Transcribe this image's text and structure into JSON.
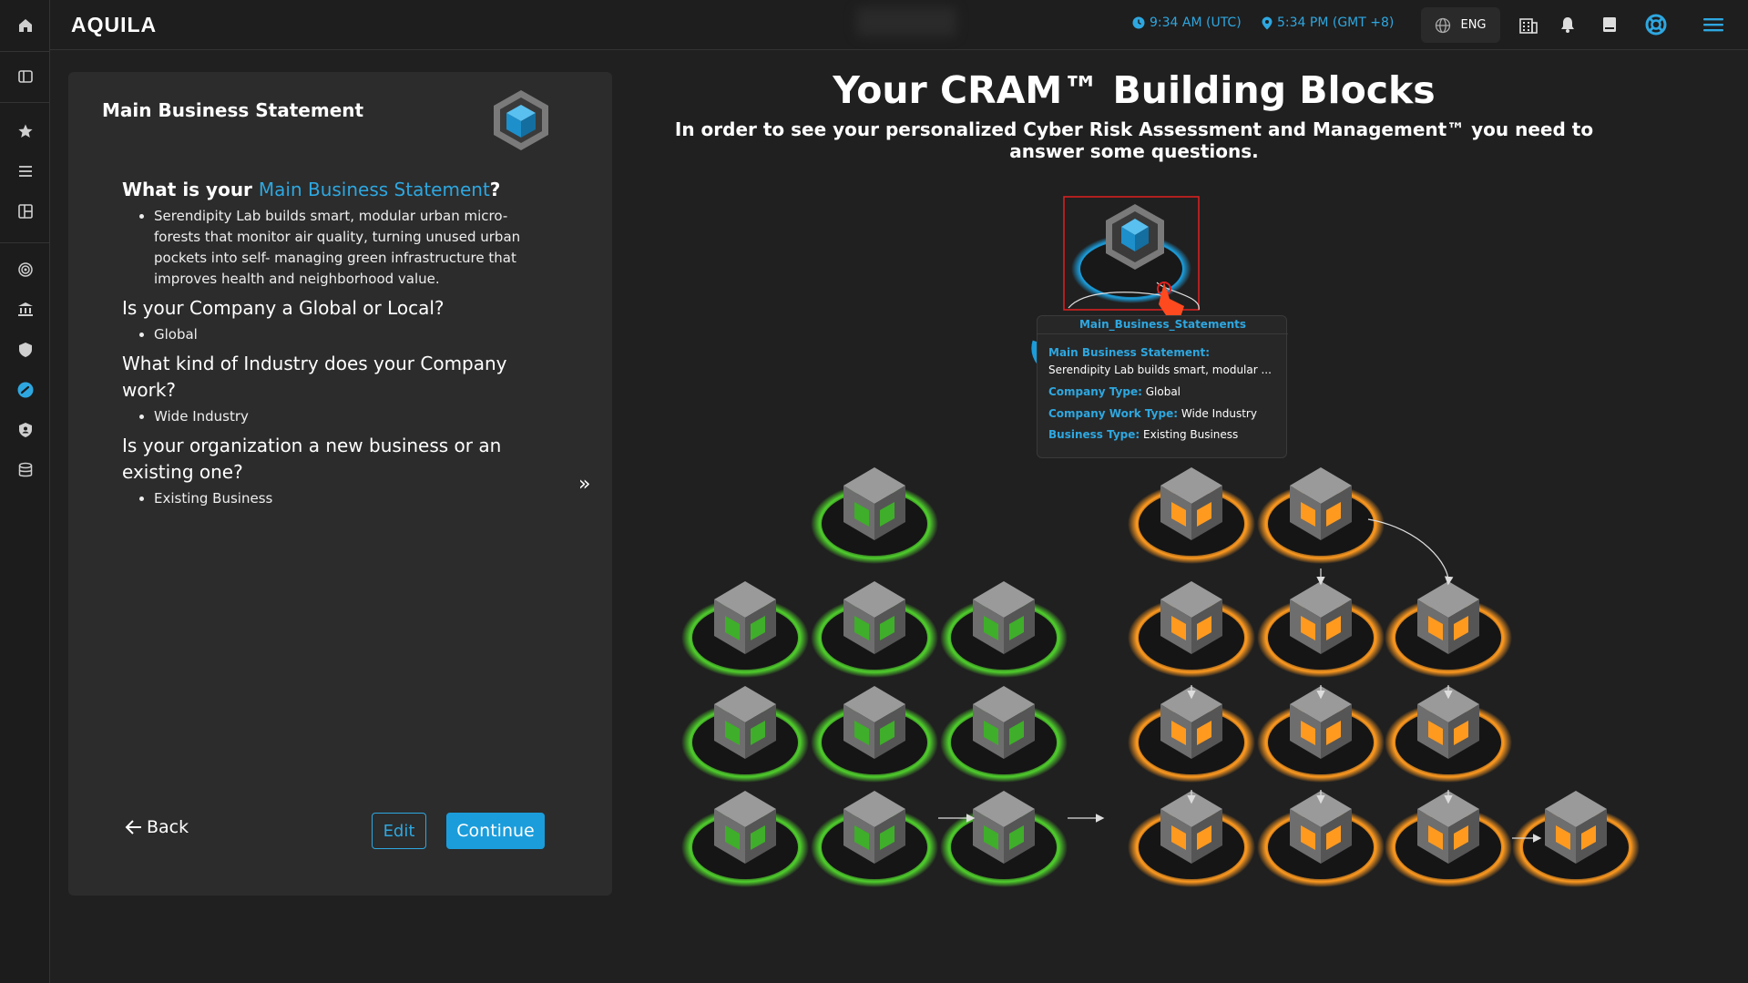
{
  "app": {
    "brand": "AQUILA"
  },
  "header": {
    "utc_time": "9:34 AM (UTC)",
    "local_time": "5:34 PM (GMT +8)",
    "language": "ENG"
  },
  "sidebar": {
    "icons": [
      "home-icon",
      "panel-toggle-icon",
      "star-icon",
      "list-icon",
      "layout-icon",
      "radar-icon",
      "bank-icon",
      "shield-icon",
      "gauge-icon",
      "shield-user-icon",
      "database-icon"
    ]
  },
  "panel": {
    "title": "Main Business Statement",
    "q1_prefix": "What is your ",
    "q1_highlight": "Main Business Statement",
    "q1_suffix": "?",
    "a1": "Serendipity Lab builds smart, modular urban micro-forests that monitor air quality, turning unused urban pockets into self- managing green infrastructure that improves health and neighborhood value.",
    "q2": "Is your Company a Global or Local?",
    "a2": "Global",
    "q3": "What kind of Industry does your Company work?",
    "a3": "Wide Industry",
    "q4": "Is your organization a new business or an existing one?",
    "a4": "Existing Business",
    "back_label": "Back",
    "edit_label": "Edit",
    "continue_label": "Continue"
  },
  "main": {
    "title": "Your CRAM™ Building Blocks",
    "subtitle": "In order to see your personalized Cyber Risk Assessment and Management™ you need to answer some questions."
  },
  "tooltip": {
    "title": "Main_Business_Statements",
    "rows": [
      {
        "key": "Main Business Statement:",
        "value": ""
      },
      {
        "key": "",
        "value": "Serendipity Lab builds smart, modular ..."
      },
      {
        "key": "Company Type:",
        "value": "Global"
      },
      {
        "key": "Company Work Type:",
        "value": "Wide Industry"
      },
      {
        "key": "Business Type:",
        "value": "Existing Business"
      }
    ]
  },
  "colors": {
    "accent": "#2ea7e0",
    "green_glow": "#5fd23c",
    "orange_glow": "#ff9a1f",
    "selected_border": "#e02020"
  }
}
